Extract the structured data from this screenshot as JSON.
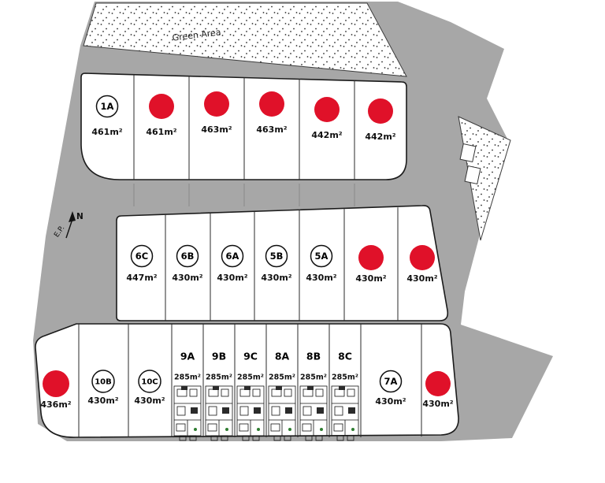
{
  "page": {
    "green_area_label": "Green Area",
    "north_label": "N",
    "ep_label": "E.P.",
    "colors": {
      "road": "#a7a7a7",
      "sold_dot": "#e01129",
      "plot_fill": "#ffffff",
      "outline": "#1b1b1b"
    },
    "blocks": [
      {
        "id": "block-a",
        "plots": [
          {
            "label": "1A",
            "area": "461m²",
            "status": "available"
          },
          {
            "label": "",
            "area": "461m²",
            "status": "sold"
          },
          {
            "label": "",
            "area": "463m²",
            "status": "sold"
          },
          {
            "label": "",
            "area": "463m²",
            "status": "sold"
          },
          {
            "label": "",
            "area": "442m²",
            "status": "sold"
          },
          {
            "label": "",
            "area": "442m²",
            "status": "sold"
          }
        ]
      },
      {
        "id": "block-b",
        "plots": [
          {
            "label": "6C",
            "area": "447m²",
            "status": "available"
          },
          {
            "label": "6B",
            "area": "430m²",
            "status": "available"
          },
          {
            "label": "6A",
            "area": "430m²",
            "status": "available"
          },
          {
            "label": "5B",
            "area": "430m²",
            "status": "available"
          },
          {
            "label": "5A",
            "area": "430m²",
            "status": "available"
          },
          {
            "label": "",
            "area": "430m²",
            "status": "sold"
          },
          {
            "label": "",
            "area": "430m²",
            "status": "sold"
          }
        ]
      },
      {
        "id": "block-c",
        "plots": [
          {
            "label": "",
            "area": "436m²",
            "status": "sold"
          },
          {
            "label": "10B",
            "area": "430m²",
            "status": "available"
          },
          {
            "label": "10C",
            "area": "430m²",
            "status": "available"
          },
          {
            "label": "9A",
            "area": "285m²",
            "status": "available"
          },
          {
            "label": "9B",
            "area": "285m²",
            "status": "available"
          },
          {
            "label": "9C",
            "area": "285m²",
            "status": "available"
          },
          {
            "label": "8A",
            "area": "285m²",
            "status": "available"
          },
          {
            "label": "8B",
            "area": "285m²",
            "status": "available"
          },
          {
            "label": "8C",
            "area": "285m²",
            "status": "available"
          },
          {
            "label": "7A",
            "area": "430m²",
            "status": "available"
          },
          {
            "label": "",
            "area": "430m²",
            "status": "sold"
          }
        ]
      }
    ]
  }
}
